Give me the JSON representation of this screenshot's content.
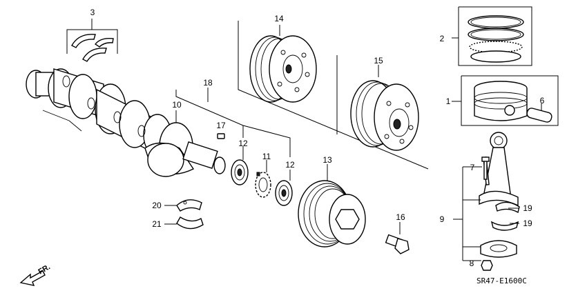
{
  "callouts": {
    "c1": "1",
    "c2": "2",
    "c3": "3",
    "c6": "6",
    "c7": "7",
    "c8": "8",
    "c9": "9",
    "c10": "10",
    "c11": "11",
    "c12a": "12",
    "c12b": "12",
    "c13": "13",
    "c14": "14",
    "c15": "15",
    "c16": "16",
    "c17": "17",
    "c18": "18",
    "c19a": "19",
    "c19b": "19",
    "c20": "20",
    "c21": "21"
  },
  "diagram_code": "SR47-E1600C",
  "direction_label": "FR.",
  "icons": [
    "front-direction-arrow-icon"
  ]
}
